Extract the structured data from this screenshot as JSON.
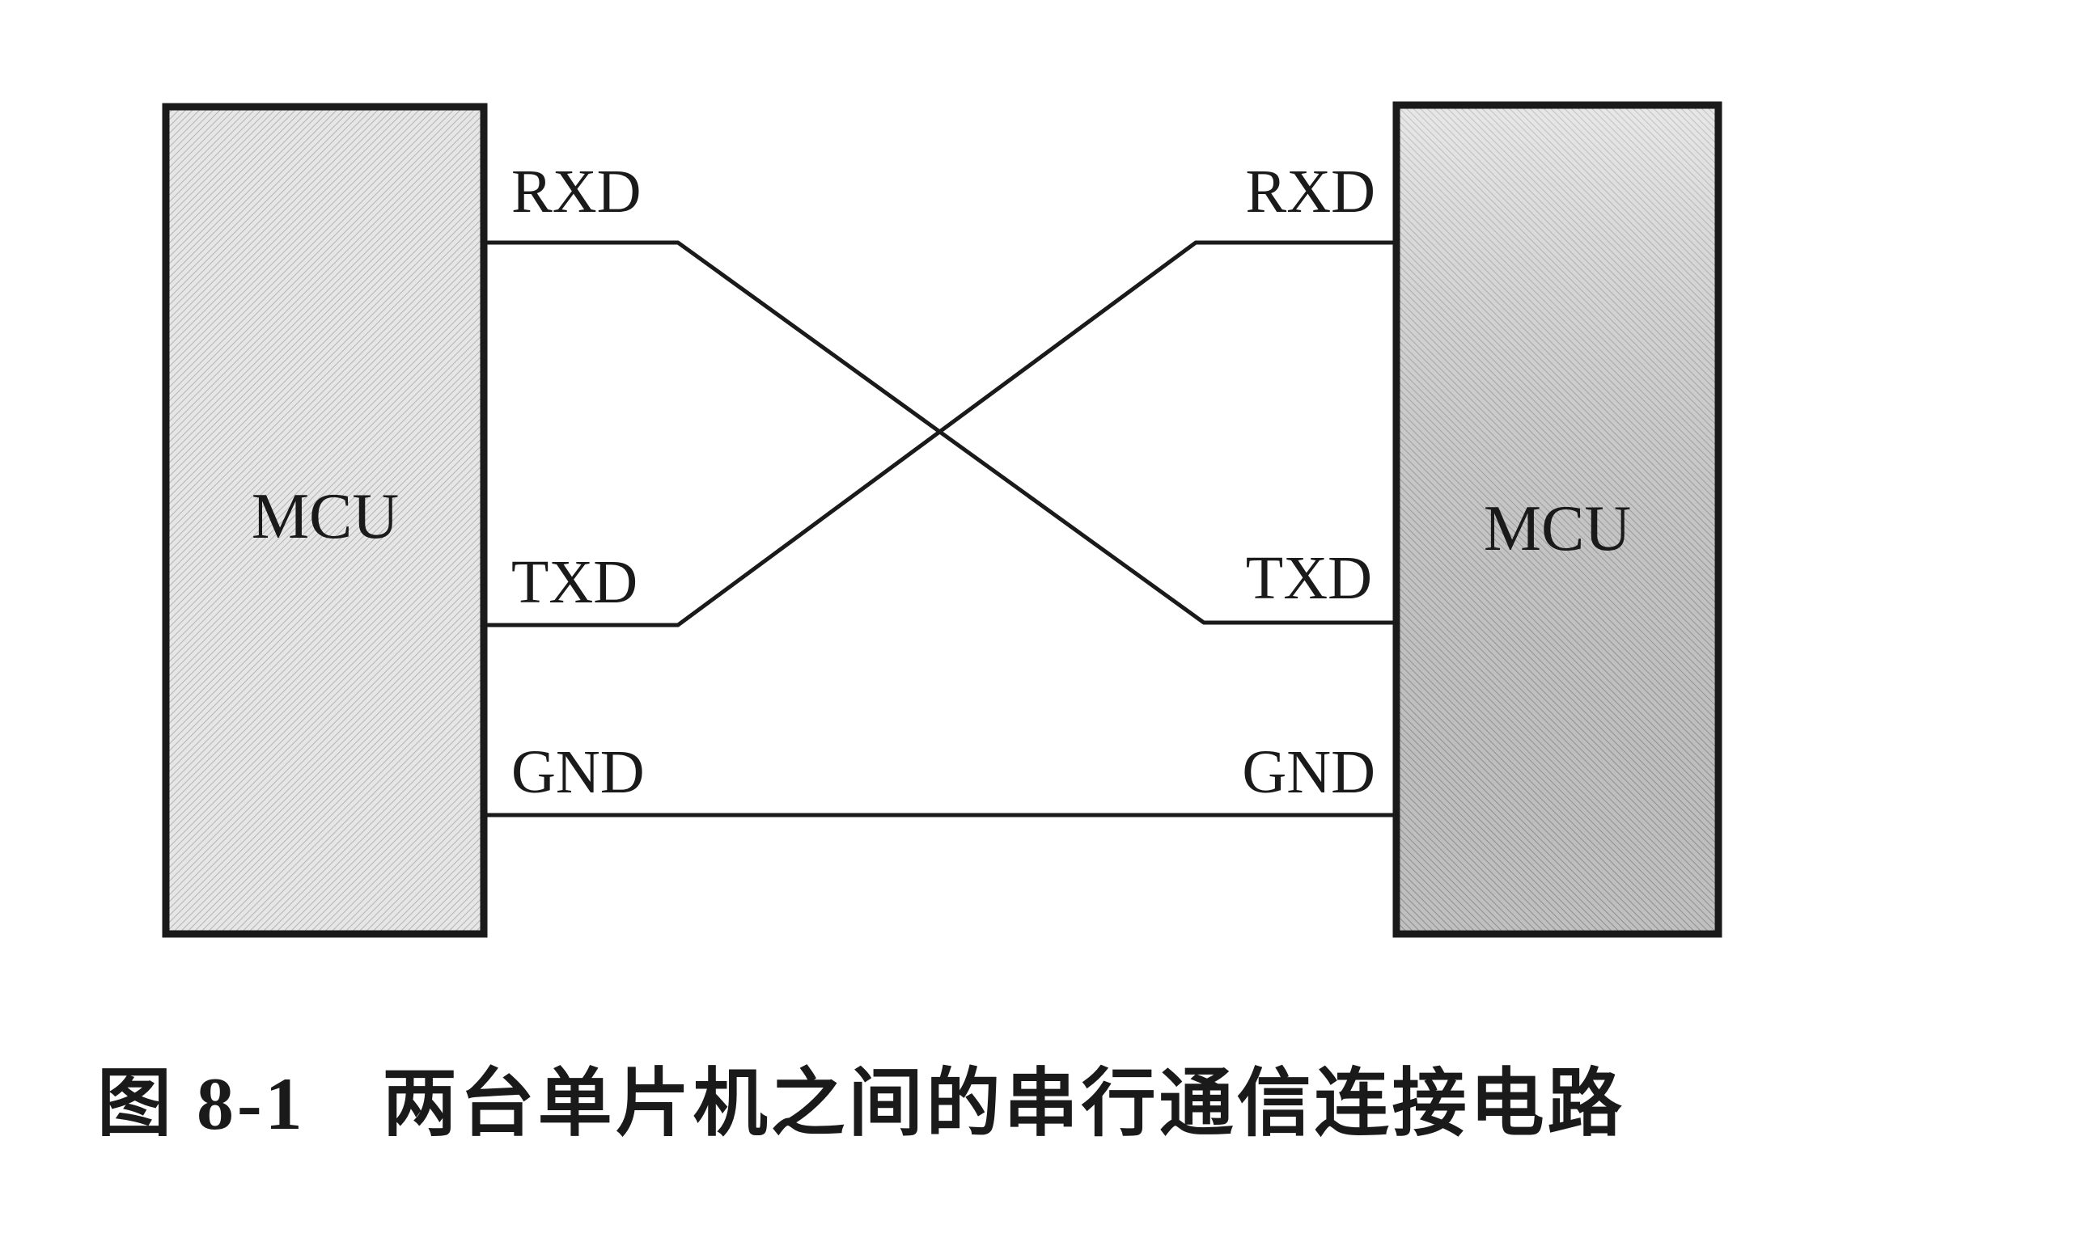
{
  "left_mcu": {
    "label": "MCU",
    "pins": {
      "rxd": "RXD",
      "txd": "TXD",
      "gnd": "GND"
    }
  },
  "right_mcu": {
    "label": "MCU",
    "pins": {
      "rxd": "RXD",
      "txd": "TXD",
      "gnd": "GND"
    }
  },
  "caption": {
    "figure_number": "图 8-1",
    "title": "两台单片机之间的串行通信连接电路"
  }
}
